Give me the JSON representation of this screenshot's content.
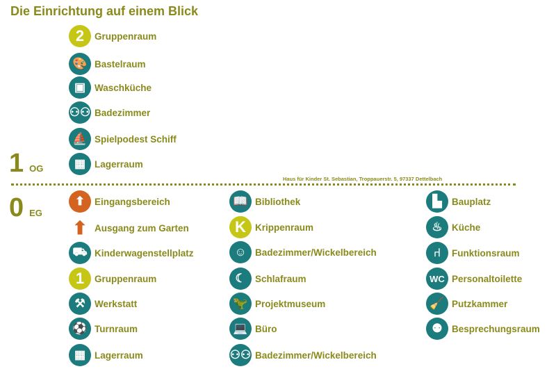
{
  "title": "Die Einrichtung auf einem Blick",
  "address": "Haus für Kinder St. Sebastian, Troppauerstr. 5, 97337 Dettelbach",
  "colors": {
    "text": "#8a8a1c",
    "icon_teal": "#1b7b7d",
    "icon_yellow": "#c6c617",
    "icon_orange": "#d3631f"
  },
  "floors": {
    "og": {
      "number": "1",
      "label": "OG",
      "items": [
        {
          "label": "Gruppenraum",
          "icon": "number-2-icon",
          "glyph": "2"
        },
        {
          "label": "Bastelraum",
          "icon": "palette-brush-icon",
          "glyph": "🎨"
        },
        {
          "label": "Waschküche",
          "icon": "washing-machine-icon",
          "glyph": "▣"
        },
        {
          "label": "Badezimmer",
          "icon": "children-icon",
          "glyph": "⚇⚇"
        },
        {
          "label": "Spielpodest Schiff",
          "icon": "sailboat-icon",
          "glyph": "⛵"
        },
        {
          "label": "Lagerraum",
          "icon": "shelves-icon",
          "glyph": "▦"
        }
      ]
    },
    "eg": {
      "number": "0",
      "label": "EG",
      "col1": [
        {
          "label": "Eingangsbereich",
          "icon": "arrow-up-icon",
          "glyph": "⬆"
        },
        {
          "label": "Ausgang zum Garten",
          "icon": "arrow-up-icon",
          "glyph": "⬆"
        },
        {
          "label": "Kinderwagenstellplatz",
          "icon": "stroller-icon",
          "glyph": "⛟"
        },
        {
          "label": "Gruppenraum",
          "icon": "number-1-icon",
          "glyph": "1"
        },
        {
          "label": "Werkstatt",
          "icon": "hammer-icon",
          "glyph": "⚒"
        },
        {
          "label": "Turnraum",
          "icon": "ball-icon",
          "glyph": "⚽"
        },
        {
          "label": "Lagerraum",
          "icon": "shelves-icon",
          "glyph": "▦"
        }
      ],
      "col2": [
        {
          "label": "Bibliothek",
          "icon": "book-icon",
          "glyph": "📖"
        },
        {
          "label": "Krippenraum",
          "icon": "letter-k-icon",
          "glyph": "K"
        },
        {
          "label": "Badezimmer/Wickelbereich",
          "icon": "baby-icon",
          "glyph": "☺"
        },
        {
          "label": "Schlafraum",
          "icon": "moon-star-icon",
          "glyph": "☾"
        },
        {
          "label": "Projektmuseum",
          "icon": "dinosaur-icon",
          "glyph": "🦖"
        },
        {
          "label": "Büro",
          "icon": "laptop-icon",
          "glyph": "💻"
        },
        {
          "label": "Badezimmer/Wickelbereich",
          "icon": "children-icon",
          "glyph": "⚇⚇"
        }
      ],
      "col3": [
        {
          "label": "Bauplatz",
          "icon": "blocks-icon",
          "glyph": "▙"
        },
        {
          "label": "Küche",
          "icon": "cooking-pot-icon",
          "glyph": "♨"
        },
        {
          "label": "Funktionsraum",
          "icon": "chair-icon",
          "glyph": "⑁"
        },
        {
          "label": "Personaltoilette",
          "icon": "wc-icon",
          "glyph": "WC"
        },
        {
          "label": "Putzkammer",
          "icon": "bucket-mop-icon",
          "glyph": "🧹"
        },
        {
          "label": "Besprechungsraum",
          "icon": "meeting-icon",
          "glyph": "⚉"
        }
      ]
    }
  }
}
